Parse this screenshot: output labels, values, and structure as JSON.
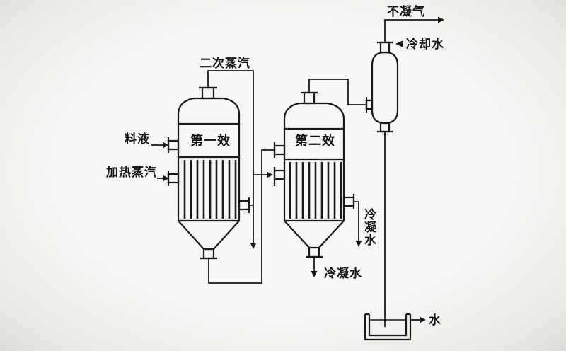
{
  "figure": {
    "type": "process-flow-diagram",
    "subject": "double-effect evaporation system with condenser and seal tank"
  },
  "colors": {
    "background": "#f2f1ee",
    "ink": "#1a1a1a"
  },
  "labels": {
    "feed": "料液",
    "heating_steam": "加热蒸汽",
    "effect1": "第一效",
    "effect2": "第二效",
    "secondary_vapor": "二次蒸汽",
    "noncondensable_gas": "不凝气",
    "cooling_water": "冷却水",
    "condensate_side": "冷凝水",
    "condensate_bottom": "冷凝水",
    "water": "水"
  }
}
